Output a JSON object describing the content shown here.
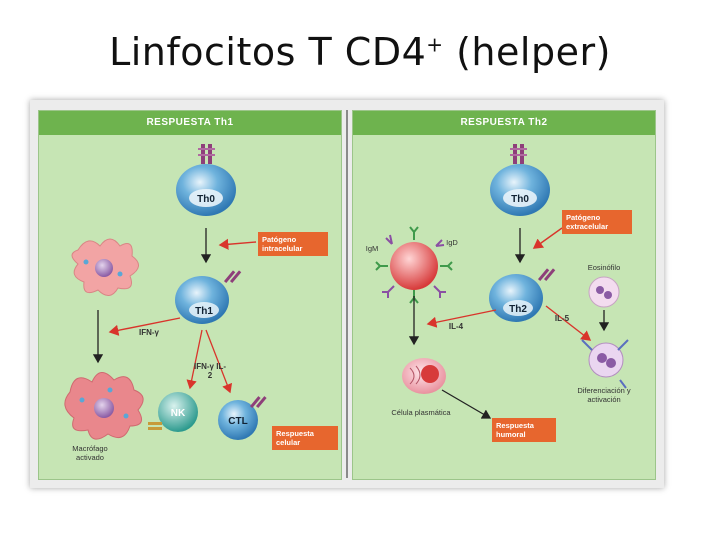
{
  "slide": {
    "title": "Linfocitos T CD4",
    "title_sup": "+",
    "title_suffix": " (helper)"
  },
  "th1": {
    "header": "RESPUESTA Th1",
    "th0": "Th0",
    "th1": "Th1",
    "pathogen": "Patógeno intracelular",
    "ifn_arrow": "IFN-γ",
    "cytokines": "IFN-γ IL-2",
    "nk": "NK",
    "ctl": "CTL",
    "macrophage": "Macrófago activado",
    "response": "Respuesta celular"
  },
  "th2": {
    "header": "RESPUESTA Th2",
    "th0": "Th0",
    "th2": "Th2",
    "pathogen": "Patógeno extracelular",
    "igm": "IgM",
    "igd": "IgD",
    "il4": "IL-4",
    "il5": "IL-5",
    "eosinophil": "Eosinófilo",
    "plasma_cell": "Célula plasmática",
    "differentiation": "Diferenciación y activación",
    "response": "Respuesta humoral"
  },
  "colors": {
    "panel_bg": "#c6e5b4",
    "header_bg": "#6eb34e",
    "box_orange": "#e7662e",
    "cell_blue": "#3a8cc5",
    "arrow_red": "#d9342b"
  }
}
